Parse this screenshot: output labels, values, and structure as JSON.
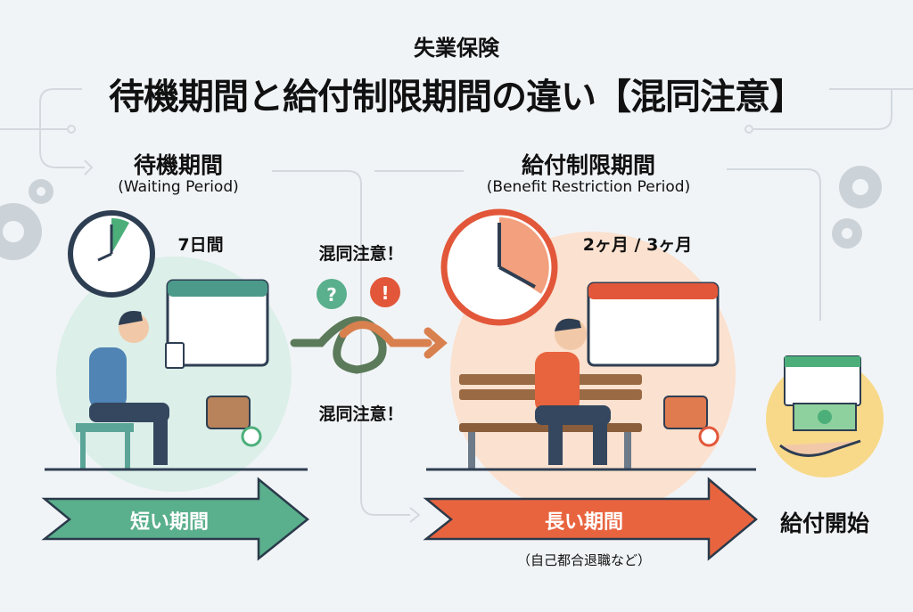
{
  "title": {
    "category": "失業保険",
    "main": "待機期間と給付制限期間の違い【混同注意】"
  },
  "waiting": {
    "heading": "待機期間",
    "english": "(Waiting Period)",
    "duration": "7日間",
    "arrow_label": "短い期間",
    "color": "#5aaf8c"
  },
  "restriction": {
    "heading": "給付制限期間",
    "english": "(Benefit Restriction Period)",
    "duration": "2ヶ月 / 3ヶ月",
    "arrow_label": "長い期間",
    "note": "（自己都合退職など）",
    "color": "#e8643f"
  },
  "confusion": {
    "top_label": "混同注意！",
    "bottom_label": "混同注意！"
  },
  "end": {
    "label": "給付開始"
  }
}
